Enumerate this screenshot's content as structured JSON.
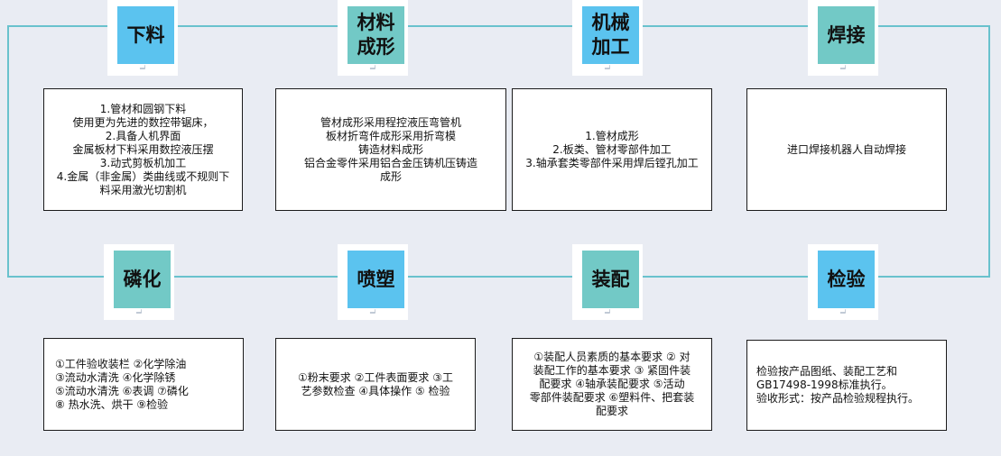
{
  "colors": {
    "background": "#e9ecf3",
    "loop_line": "#69c2cd",
    "stage_blue": "#5bc3ef",
    "stage_teal": "#72c9c6",
    "box_border": "#1b1b1b"
  },
  "stages": [
    {
      "id": "xialiao",
      "title_lines": [
        "下料"
      ],
      "tone": "blue",
      "text_lines": [
        "1.管材和圆钢下料",
        "使用更为先进的数控带锯床，",
        "2.具备人机界面",
        "金属板材下料采用数控液压摆",
        "3.动式剪板机加工",
        "4.金属（非金属）类曲线或不规则下",
        "料采用激光切割机"
      ]
    },
    {
      "id": "chengxing",
      "title_lines": [
        "材料",
        "成形"
      ],
      "tone": "teal",
      "text_lines": [
        "管材成形采用程控液压弯管机",
        "板材折弯件成形采用折弯模",
        "铸造材料成形",
        "铝合金零件采用铝合金压铸机压铸造",
        "成形"
      ]
    },
    {
      "id": "jiagong",
      "title_lines": [
        "机械",
        "加工"
      ],
      "tone": "blue",
      "text_lines": [
        "1.管材成形",
        "2.板类、管材零部件加工",
        "3.轴承套类零部件采用焊后镗孔加工"
      ]
    },
    {
      "id": "hanjie",
      "title_lines": [
        "焊接"
      ],
      "tone": "teal",
      "text_lines": [
        "进口焊接机器人自动焊接"
      ]
    },
    {
      "id": "linhua",
      "title_lines": [
        "磷化"
      ],
      "tone": "teal",
      "text_lines": [
        "①工件验收装栏  ②化学除油",
        "③流动水清洗  ④化学除锈",
        "⑤流动水清洗 ⑥表调   ⑦磷化",
        "⑧ 热水洗、烘干   ⑨检验"
      ]
    },
    {
      "id": "pensu",
      "title_lines": [
        "喷塑"
      ],
      "tone": "blue",
      "text_lines": [
        "①粉末要求  ②工件表面要求   ③工",
        "艺参数检查   ④具体操作  ⑤ 检验"
      ]
    },
    {
      "id": "zhuangpei",
      "title_lines": [
        "装配"
      ],
      "tone": "teal",
      "text_lines": [
        "①装配人员素质的基本要求   ② 对",
        "装配工作的基本要求  ③ 紧固件装",
        "配要求   ④轴承装配要求    ⑤活动",
        "零部件装配要求   ⑥塑料件、把套装",
        "配要求"
      ]
    },
    {
      "id": "jianyan",
      "title_lines": [
        "检验"
      ],
      "tone": "blue",
      "text_lines": [
        "检验按产品图纸、装配工艺和",
        "GB17498-1998标准执行。",
        "验收形式：按产品检验规程执行。"
      ]
    }
  ]
}
